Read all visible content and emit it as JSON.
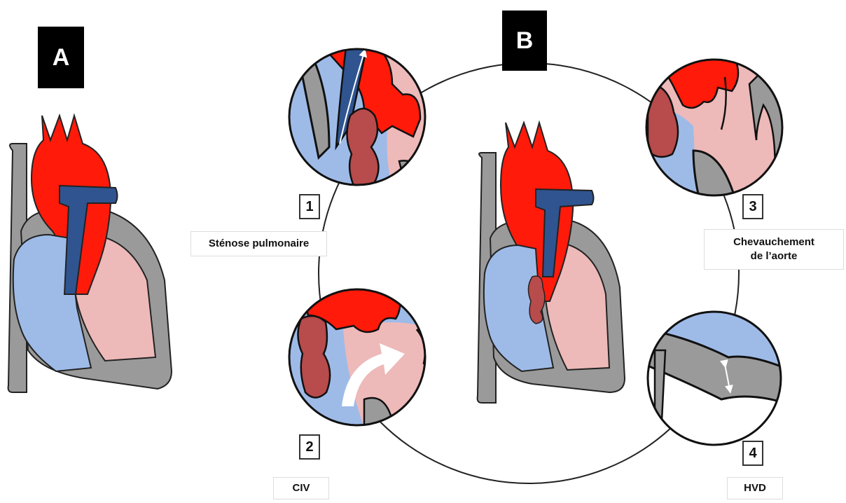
{
  "panels": {
    "a_label": "A",
    "b_label": "B"
  },
  "callouts": [
    {
      "number": "1",
      "caption": "Sténose pulmonaire"
    },
    {
      "number": "2",
      "caption": "CIV"
    },
    {
      "number": "3",
      "caption_line1": "Chevauchement",
      "caption_line2": "de l’aorte"
    },
    {
      "number": "4",
      "caption": "HVD"
    }
  ],
  "colors": {
    "oxygenated": "#ff1a0a",
    "deoxygenated": "#9ebbe8",
    "pulmonary_artery": "#2f5490",
    "left_ventricle": "#eeb9b9",
    "septum": "#9a9a9a",
    "infundibular_stenosis": "#b84b4b"
  }
}
